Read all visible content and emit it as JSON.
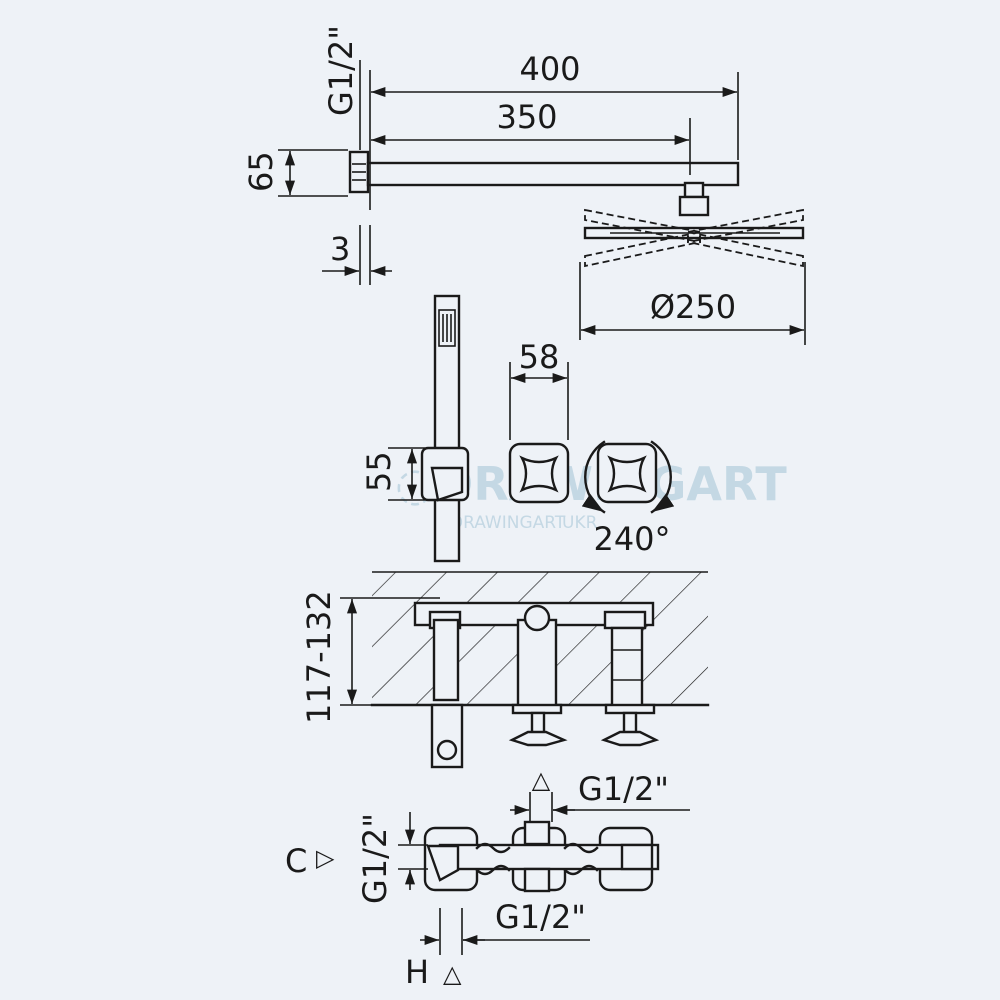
{
  "dimensions": {
    "arm_length": "400",
    "arm_projection": "350",
    "wall_thread": "G1/2\"",
    "flange_height": "65",
    "flange_depth": "3",
    "head_diameter": "Ø250",
    "handle_spacing": "58",
    "holder_height": "55",
    "rotation": "240°",
    "recess_depth": "117-132",
    "outlet_thread": "G1/2\"",
    "side_thread": "G1/2\"",
    "inlet_thread": "G1/2\""
  },
  "port_labels": {
    "cold": "C",
    "hot": "H"
  },
  "watermark": {
    "brand": "DRAWINGART",
    "suffix": "UKR"
  }
}
